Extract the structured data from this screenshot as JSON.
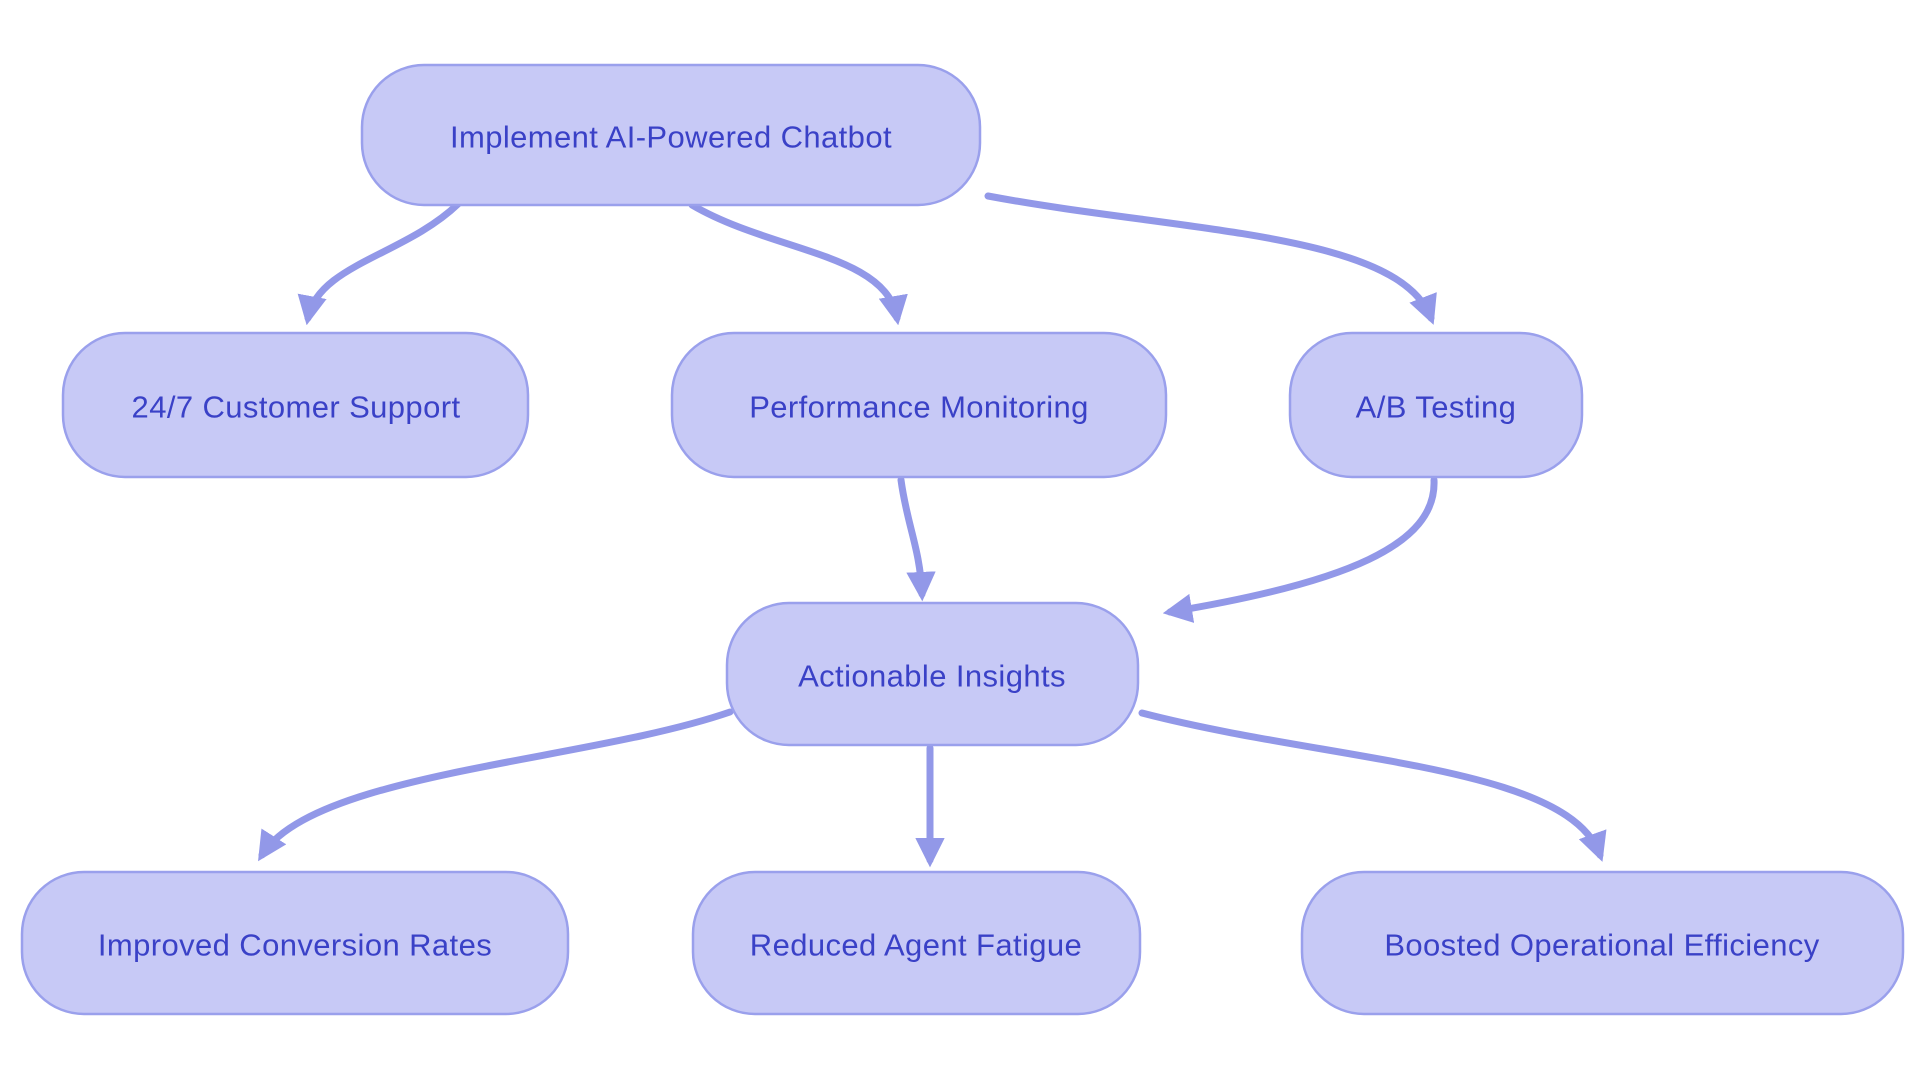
{
  "diagram": {
    "title": "AI-Powered Chatbot flowchart",
    "background_color": "#ffffff",
    "node_fill_color": "#c7c9f6",
    "node_border_color": "#9aa0ec",
    "edge_color": "#9298e8",
    "text_color": "#3a41c7",
    "nodes": [
      {
        "id": "implement-ai-powered-chatbot",
        "label": "Implement AI-Powered Chatbot"
      },
      {
        "id": "customer-support",
        "label": "24/7 Customer Support"
      },
      {
        "id": "performance-monitoring",
        "label": "Performance Monitoring"
      },
      {
        "id": "ab-testing",
        "label": "A/B Testing"
      },
      {
        "id": "actionable-insights",
        "label": "Actionable Insights"
      },
      {
        "id": "improved-conversion-rates",
        "label": "Improved Conversion Rates"
      },
      {
        "id": "reduced-agent-fatigue",
        "label": "Reduced Agent Fatigue"
      },
      {
        "id": "boosted-operational-efficiency",
        "label": "Boosted Operational Efficiency"
      }
    ],
    "edges": [
      {
        "from": "implement-ai-powered-chatbot",
        "to": "customer-support"
      },
      {
        "from": "implement-ai-powered-chatbot",
        "to": "performance-monitoring"
      },
      {
        "from": "implement-ai-powered-chatbot",
        "to": "ab-testing"
      },
      {
        "from": "performance-monitoring",
        "to": "actionable-insights"
      },
      {
        "from": "ab-testing",
        "to": "actionable-insights"
      },
      {
        "from": "actionable-insights",
        "to": "improved-conversion-rates"
      },
      {
        "from": "actionable-insights",
        "to": "reduced-agent-fatigue"
      },
      {
        "from": "actionable-insights",
        "to": "boosted-operational-efficiency"
      }
    ]
  }
}
